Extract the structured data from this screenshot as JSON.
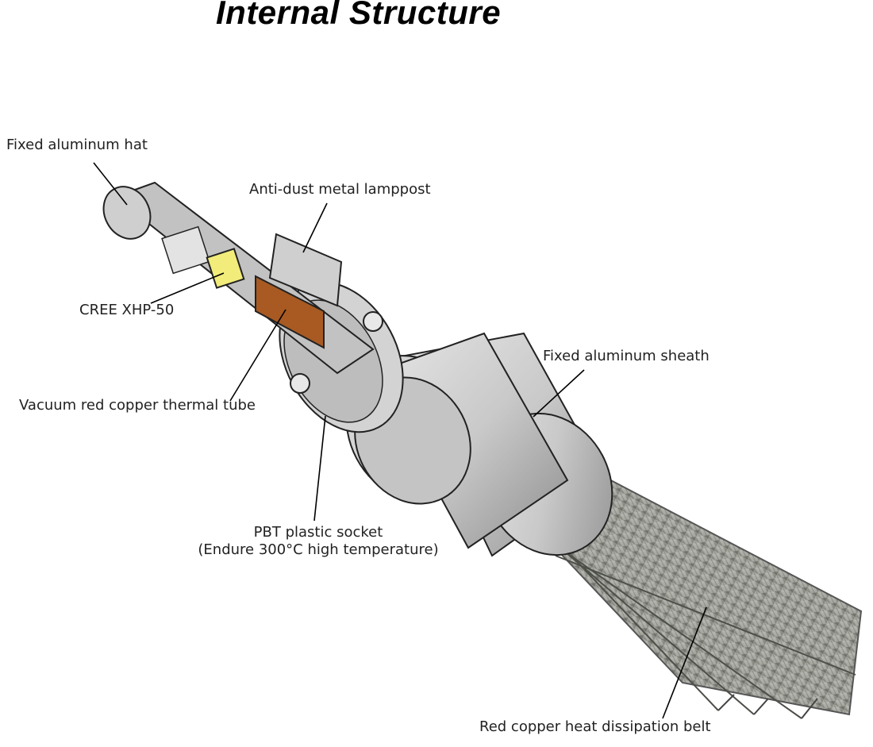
{
  "title": "Internal Structure",
  "labels": {
    "fixed_aluminum_hat": "Fixed aluminum hat",
    "anti_dust_lamppost": "Anti-dust metal lamppost",
    "cree_chip": "CREE XHP-50",
    "thermal_tube": "Vacuum red copper thermal tube",
    "aluminum_sheath": "Fixed aluminum sheath",
    "socket_line1": "PBT plastic socket",
    "socket_line2": "(Endure 300°C high temperature)",
    "heat_belt": "Red copper heat dissipation belt"
  },
  "colors": {
    "aluminum": "#c8c8c8",
    "aluminum_dark": "#9a9a9a",
    "copper_plate": "#a85a22",
    "led_chip": "#f2ec7a",
    "braid": "#8d8f88"
  }
}
